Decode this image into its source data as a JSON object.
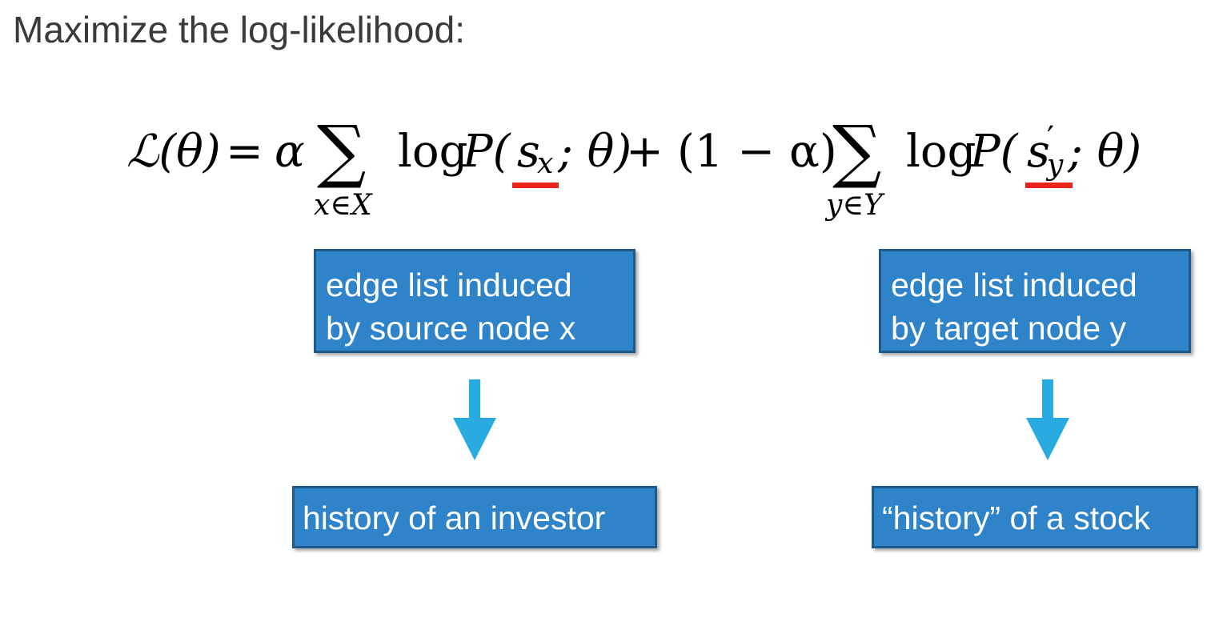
{
  "heading": "Maximize the log-likelihood:",
  "formula": {
    "lhs": "ℒ(θ)",
    "equals": "=",
    "alpha": "α",
    "sum_symbol": "∑",
    "sum1_sub": "x∈X",
    "log1": "log",
    "p1_open": "P(",
    "s1": "s",
    "s1_sub": "x",
    "p1_close": "; θ)",
    "plus": "+",
    "one_minus_alpha": "(1 − α)",
    "sum2_sub": "y∈Y",
    "log2": "log",
    "p2_open": "P(",
    "s2": "s",
    "s2_prime": "′",
    "s2_sub": "y",
    "p2_close": "; θ)"
  },
  "colors": {
    "box_fill": "#2f83c8",
    "box_border": "#1e5a8c",
    "arrow": "#29abe2",
    "underline": "#e8241c",
    "heading_text": "#3a3a3a"
  },
  "source_box": {
    "line1": "edge list induced",
    "line2": "by source node x"
  },
  "target_box": {
    "line1": "edge list induced",
    "line2": "by target node y"
  },
  "investor_box": {
    "label": "history of an investor"
  },
  "stock_box": {
    "label": "“history” of a stock"
  }
}
